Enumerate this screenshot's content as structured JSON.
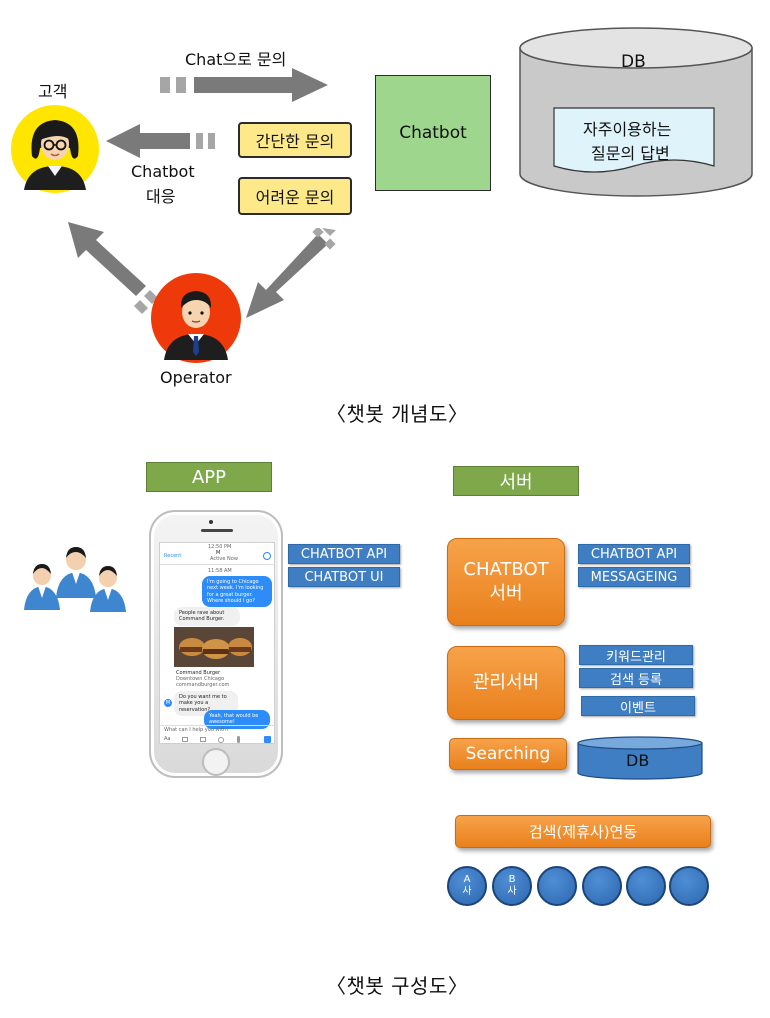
{
  "concept": {
    "customer_label": "고객",
    "chat_inquiry_label": "Chat으로 문의",
    "chatbot_response_line1": "Chatbot",
    "chatbot_response_line2": "대응",
    "easy_question": "간단한 문의",
    "hard_question": "어려운 문의",
    "chatbot_box": "Chatbot",
    "db_label": "DB",
    "faq_line1": "자주이용하는",
    "faq_line2": "질문의 답변",
    "operator_label": "Operator",
    "caption": "〈챗봇 개념도〉"
  },
  "structure": {
    "app_label": "APP",
    "server_label": "서버",
    "app_tags": [
      "CHATBOT API",
      "CHATBOT UI"
    ],
    "chatbot_server_line1": "CHATBOT",
    "chatbot_server_line2": "서버",
    "chatbot_server_tags": [
      "CHATBOT API",
      "MESSAGEING"
    ],
    "admin_server": "관리서버",
    "admin_tags": [
      "키워드관리",
      "검색 등록",
      "이벤트"
    ],
    "searching": "Searching",
    "db_label": "DB",
    "partner_search": "검색(제휴사)연동",
    "companies": [
      {
        "line1": "A",
        "line2": "사"
      },
      {
        "line1": "B",
        "line2": "사"
      },
      {
        "line1": "",
        "line2": ""
      },
      {
        "line1": "",
        "line2": ""
      },
      {
        "line1": "",
        "line2": ""
      },
      {
        "line1": "",
        "line2": ""
      }
    ],
    "caption": "〈챗봇 구성도〉"
  },
  "phone": {
    "status_time": "12:50 PM",
    "back_label": "Recent",
    "contact_initial": "M",
    "contact_sub": "Active Now",
    "timestamp": "11:58 AM",
    "msg1": "I'm going to Chicago next week. I'm looking for a great burger. Where should I go?",
    "msg2": "People rave about Command Burger.",
    "card_title": "Command Burger",
    "card_sub1": "Downtown Chicago",
    "card_sub2": "commandburger.com",
    "msg3": "Do you want me to make you a reservation?",
    "msg4": "Yeah, that would be awesome!",
    "input_placeholder": "What can I help you with?",
    "bot_initial": "M",
    "toolbar_left": "Aa"
  },
  "colors": {
    "customer_circle": "#ffe600",
    "operator_circle": "#ee3a0a",
    "chatbot_green": "#9fd68d",
    "yellow_box": "#fde98a",
    "label_green": "#7ea84a",
    "tag_blue": "#3f7ec2",
    "orange": "#ef8a24",
    "db_gray": "#c9c9c9",
    "faq_note": "#dff3fb"
  }
}
